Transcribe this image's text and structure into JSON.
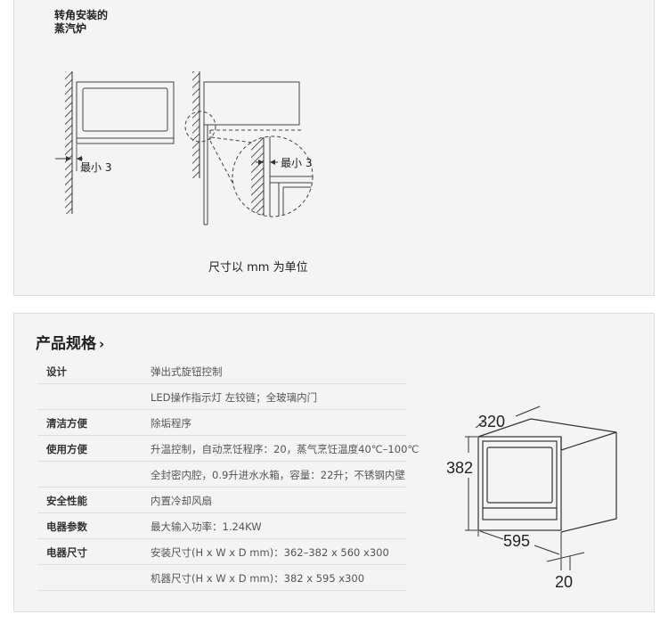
{
  "install": {
    "title": "转角安装的\n蒸汽炉",
    "min_left": "最小 3",
    "min_right": "最小 3",
    "unit_note": "尺寸以 mm 为单位"
  },
  "specs": {
    "title": "产品规格",
    "chevron": "›",
    "rows": [
      {
        "label": "设计",
        "value": "弹出式旋钮控制"
      },
      {
        "label": "",
        "value": "LED操作指示灯  左铰链；全玻璃内门"
      },
      {
        "label": "清洁方便",
        "value": "除垢程序"
      },
      {
        "label": "使用方便",
        "value": "升温控制，自动烹饪程序：20，蒸气烹饪温度40℃–100℃"
      },
      {
        "label": "",
        "value": "全封密内腔，0.9升进水水箱，容量：22升；不锈钢内壁"
      },
      {
        "label": "安全性能",
        "value": "内置冷却风扇"
      },
      {
        "label": "电器参数",
        "value": "最大输入功率：1.24KW"
      },
      {
        "label": "电器尺寸",
        "value": "安装尺寸(H x W x D mm)：362–382 x 560 x300"
      },
      {
        "label": "",
        "value": "机器尺寸(H x W x D mm)：382 x 595 x300"
      }
    ]
  },
  "dimensions": {
    "depth": "320",
    "height": "382",
    "width": "595",
    "offset": "20"
  }
}
